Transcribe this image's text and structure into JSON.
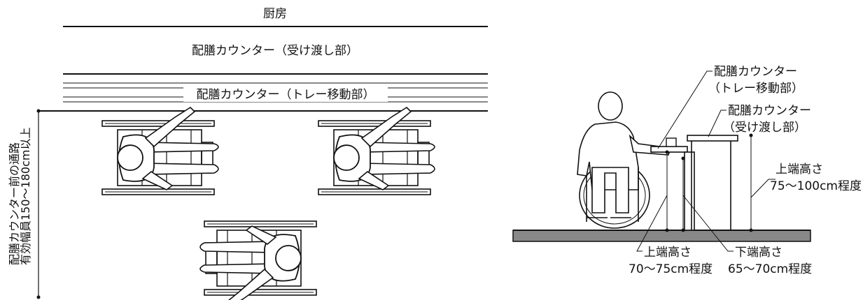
{
  "plan": {
    "kitchen": "厨房",
    "counter_pass": "配膳カウンター（受け渡し部）",
    "counter_tray": "配膳カウンター（トレー移動部）",
    "aisle_line1": "配膳カウンター前の通路",
    "aisle_line2": "有効幅員150～180cm以上"
  },
  "section": {
    "tray_label_1": "配膳カウンター",
    "tray_label_2": "（トレー移動部）",
    "pass_label_1": "配膳カウンター",
    "pass_label_2": "（受け渡し部）",
    "upper_right_1": "上端高さ",
    "upper_right_2": "75～100cm程度",
    "upper_left_1": "上端高さ",
    "upper_left_2": "70～75cm程度",
    "lower_1": "下端高さ",
    "lower_2": "65～70cm程度"
  }
}
